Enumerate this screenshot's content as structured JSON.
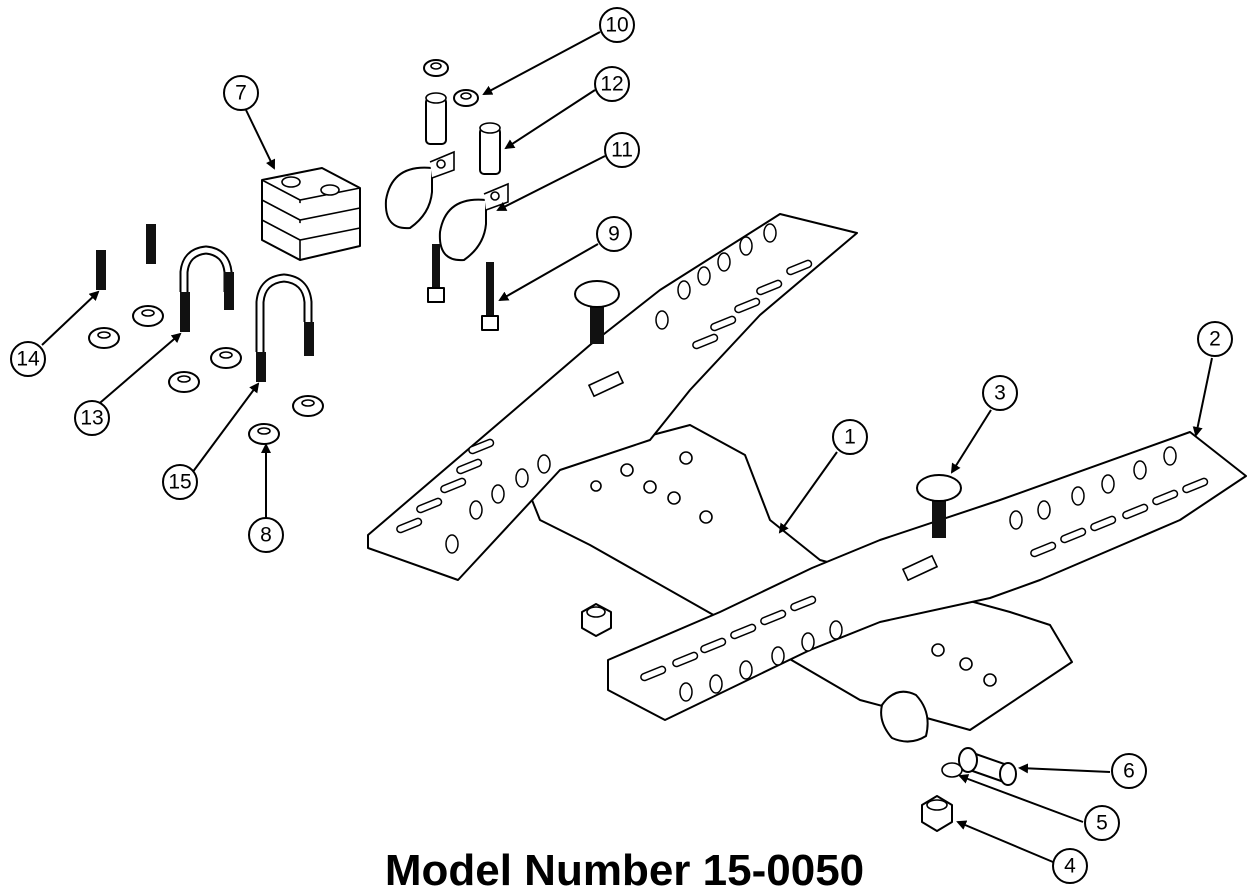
{
  "title": "Model Number 15-0050",
  "callouts": [
    "1",
    "2",
    "3",
    "4",
    "5",
    "6",
    "7",
    "8",
    "9",
    "10",
    "11",
    "12",
    "13",
    "14",
    "15"
  ],
  "colors": {
    "line": "#000000",
    "background": "#ffffff"
  }
}
